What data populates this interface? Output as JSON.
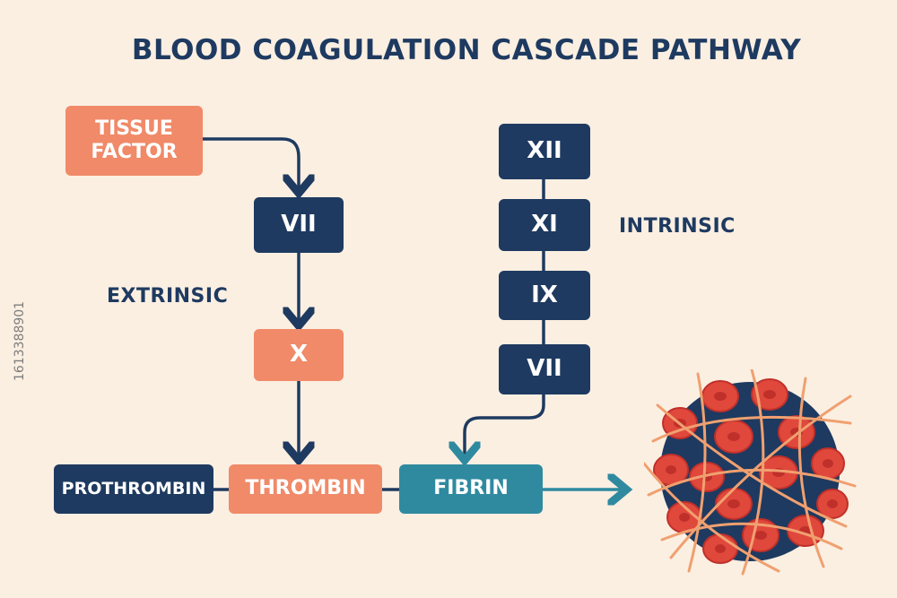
{
  "title": "BLOOD COAGULATION CASCADE PATHWAY",
  "labels": {
    "extrinsic": "EXTRINSIC",
    "intrinsic": "INTRINSIC"
  },
  "nodes": {
    "tissue_factor": "TISSUE FACTOR",
    "vii_extrinsic": "VII",
    "x": "X",
    "xii": "XII",
    "xi": "XI",
    "ix": "IX",
    "vii_intrinsic": "VII",
    "prothrombin": "PROTHROMBIN",
    "thrombin": "THROMBIN",
    "fibrin": "FIBRIN"
  },
  "watermark": "1613388901",
  "colors": {
    "background": "#fbefe2",
    "navy": "#1e3a60",
    "salmon": "#f08a68",
    "teal": "#2f8aa0",
    "clot_red": "#e0483c",
    "fibrin_strand": "#f0a070"
  }
}
